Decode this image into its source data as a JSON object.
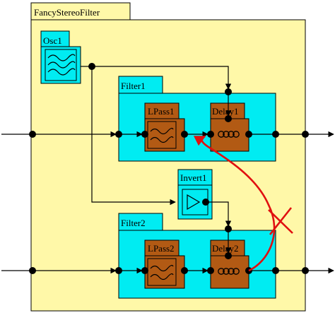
{
  "container": {
    "label": "FancyStereoFilter"
  },
  "oscillator": {
    "label": "Osc1",
    "icon": "sine-wave-icon"
  },
  "filter1": {
    "label": "Filter1",
    "lowpass_label": "LPass1",
    "delay_label": "Delay1"
  },
  "invert": {
    "label": "Invert1",
    "icon": "inverter-triangle-icon"
  },
  "filter2": {
    "label": "Filter2",
    "lowpass_label": "LPass2",
    "delay_label": "Delay2"
  },
  "colors": {
    "outer_fill": "#fff8a8",
    "filter_fill": "#00ecf2",
    "block_fill": "#b25a14",
    "feedback_wire": "#e01010"
  }
}
